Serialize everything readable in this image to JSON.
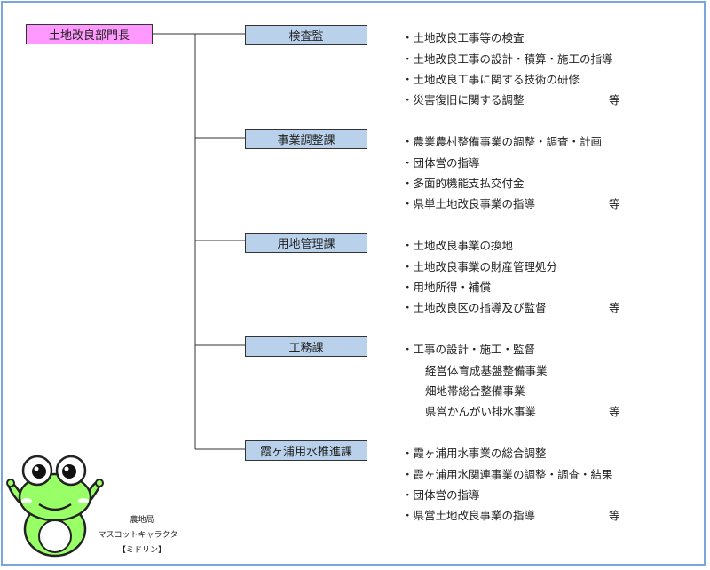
{
  "head": {
    "label": "土地改良部門長"
  },
  "units": [
    {
      "label": "検査監",
      "duties": [
        {
          "text": "・土地改良工事等の検査"
        },
        {
          "text": "・土地改良工事の設計・積算・施工の指導"
        },
        {
          "text": "・土地改良工事に関する技術の研修"
        },
        {
          "text": "・災害復旧に関する調整",
          "etc": "等"
        }
      ]
    },
    {
      "label": "事業調整課",
      "duties": [
        {
          "text": "・農業農村整備事業の調整・調査・計画"
        },
        {
          "text": "・団体営の指導"
        },
        {
          "text": "・多面的機能支払交付金"
        },
        {
          "text": "・県単土地改良事業の指導",
          "etc": "等"
        }
      ]
    },
    {
      "label": "用地管理課",
      "duties": [
        {
          "text": "・土地改良事業の換地"
        },
        {
          "text": "・土地改良事業の財産管理処分"
        },
        {
          "text": "・用地所得・補償"
        },
        {
          "text": "・土地改良区の指導及び監督",
          "etc": "等"
        }
      ]
    },
    {
      "label": "工務課",
      "duties": [
        {
          "text": "・工事の設計・施工・監督"
        },
        {
          "text": "経営体育成基盤整備事業",
          "indent": true
        },
        {
          "text": "畑地帯総合整備事業",
          "indent": true
        },
        {
          "text": "県営かんがい排水事業",
          "indent": true,
          "etc": "等"
        }
      ]
    },
    {
      "label": "霞ヶ浦用水推進課",
      "duties": [
        {
          "text": "・霞ヶ浦用水事業の総合調整"
        },
        {
          "text": "・霞ヶ浦用水関連事業の調整・調査・結果"
        },
        {
          "text": "・団体営の指導"
        },
        {
          "text": "・県営土地改良事業の指導",
          "etc": "等"
        }
      ]
    }
  ],
  "mascot": {
    "caption_line1": "農地局",
    "caption_line2": "マスコットキャラクター",
    "caption_line3": "【ミドリン】",
    "body_color": "#99ff66",
    "outline_color": "#222222"
  },
  "colors": {
    "head_fill": "#ff99ff",
    "unit_fill": "#b9d1ea",
    "frame": "#7aa6dd"
  }
}
